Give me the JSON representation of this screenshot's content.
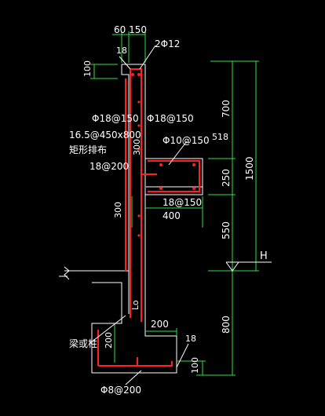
{
  "labels": {
    "dim_top": "60 150",
    "c18_top": "18",
    "top_bars": "2Φ12",
    "dim_100_top": "100",
    "bars_left": "Φ18@150",
    "bars_right": "Φ18@150",
    "dim_700": "700",
    "dim_1500": "1500",
    "col_size": "16.5@450x800",
    "col_note": "矩形排布",
    "beam_bar": "Φ10@150",
    "c18_beam": "518",
    "dim_300_v": "300",
    "bar_200": "18@200",
    "dim_250": "250",
    "bar_150": "18@150",
    "dim_400": "400",
    "dim_300_lower": "300",
    "dim_550": "550",
    "level_H": "H",
    "lap_Lo": "Lo",
    "dim_200_h": "200",
    "dim_800": "800",
    "foot_label": "梁或柱",
    "dim_200_v": "200",
    "c18_bot": "18",
    "dim_100_bot": "100",
    "bot_bar": "Φ8@200"
  },
  "colors": {
    "background": "#000000",
    "concrete": "#ffffff",
    "rebar": "#ff2020",
    "dimension": "#2ee24a",
    "text": "#ffffff"
  }
}
